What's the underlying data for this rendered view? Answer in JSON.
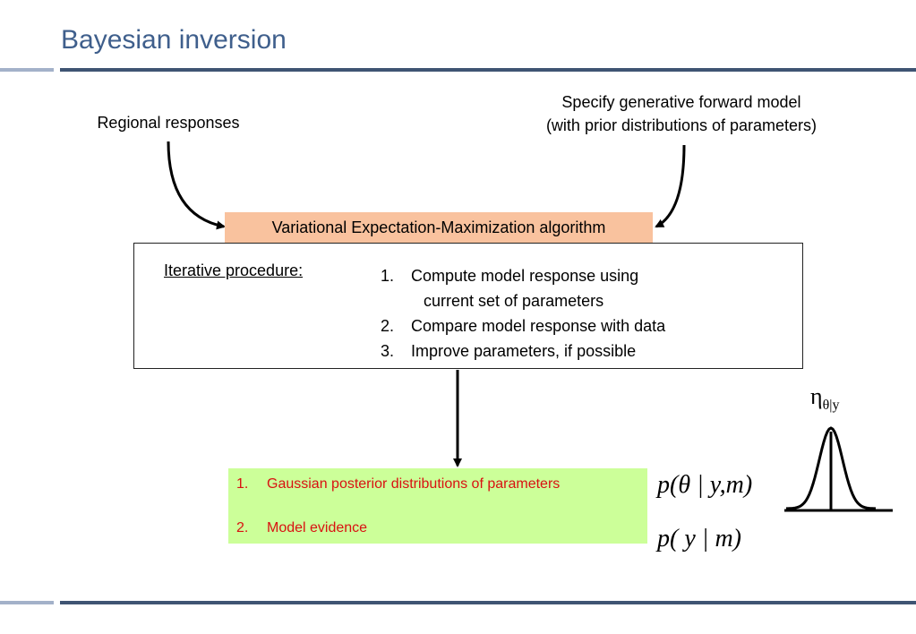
{
  "title": "Bayesian inversion",
  "inputs": {
    "left": "Regional responses",
    "right_line1": "Specify generative forward model",
    "right_line2": "(with prior distributions of parameters)"
  },
  "algorithm": "Variational Expectation-Maximization algorithm",
  "procedure": {
    "label": "Iterative procedure:",
    "steps": [
      {
        "num": "1.",
        "line1": "Compute model response using",
        "line2": "current set of parameters"
      },
      {
        "num": "2.",
        "line1": "Compare model response with data"
      },
      {
        "num": "3.",
        "line1": "Improve parameters, if possible"
      }
    ]
  },
  "outputs": [
    {
      "num": "1.",
      "label": "Gaussian posterior distributions of parameters"
    },
    {
      "num": "2.",
      "label": "Model evidence"
    }
  ],
  "formulas": {
    "posterior": "p(θ | y,m)",
    "evidence": "p( y | m)"
  },
  "gaussian_label": {
    "main": "η",
    "sub": "θ|y"
  },
  "colors": {
    "title": "#3f5f8c",
    "algorithm_box": "#f9c29e",
    "output_box": "#ccff99",
    "output_text": "#d91111",
    "rule_dark": "#3f5473",
    "rule_light": "#a3b1c9"
  }
}
